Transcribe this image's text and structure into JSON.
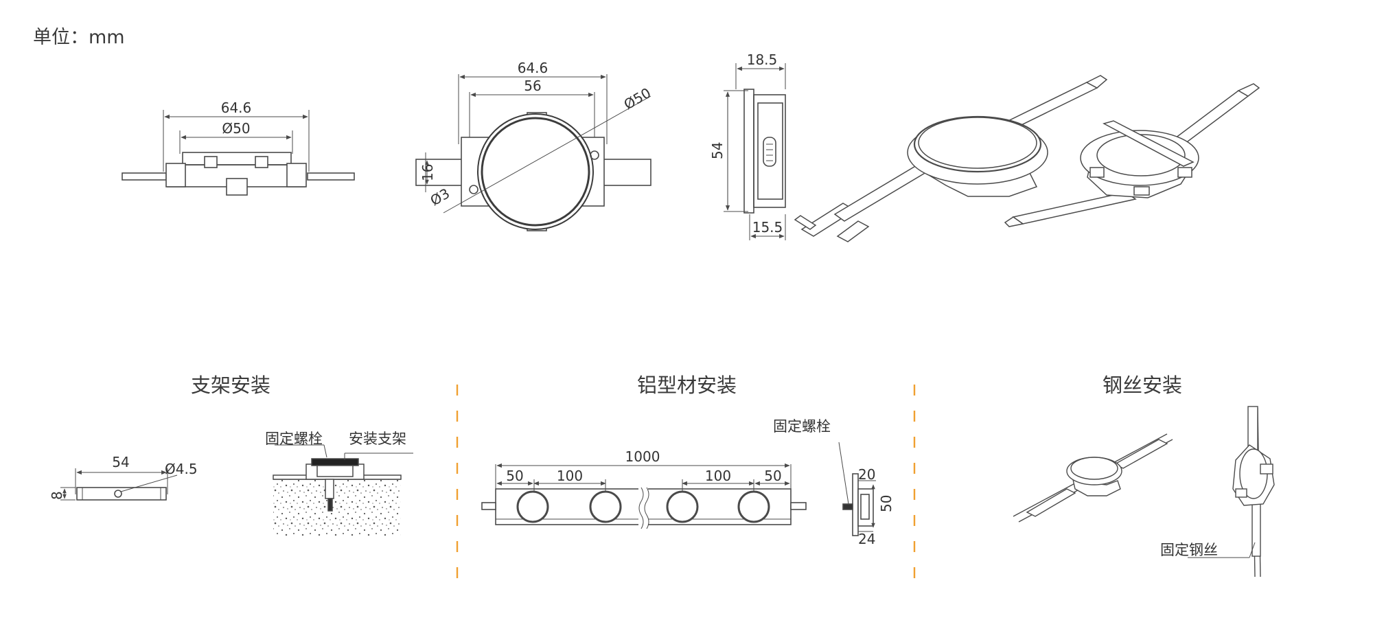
{
  "unit_label": "单位：mm",
  "sections": {
    "bracket_title": "支架安装",
    "profile_title": "铝型材安装",
    "wire_title": "钢丝安装"
  },
  "views": {
    "side": {
      "width": "64.6",
      "lens": "Ø50"
    },
    "front": {
      "width": "64.6",
      "inner": "56",
      "lens": "Ø50",
      "height": "16",
      "hole": "Ø3"
    },
    "profile_view": {
      "top": "18.5",
      "height": "54",
      "bottom": "15.5"
    }
  },
  "bracket": {
    "length": "54",
    "hole": "Ø4.5",
    "height": "8",
    "label_bolt": "固定螺栓",
    "label_bracket": "安装支架"
  },
  "profile": {
    "length": "1000",
    "d1": "50",
    "d2": "100",
    "d3": "100",
    "d4": "50",
    "label_bolt": "固定螺栓",
    "end_w": "20",
    "end_h": "50",
    "end_d": "24"
  },
  "wire": {
    "label": "固定钢丝"
  },
  "colors": {
    "line": "#4a4a4a",
    "separator": "#f0a030",
    "lens_stroke": "#3c3c3c"
  }
}
